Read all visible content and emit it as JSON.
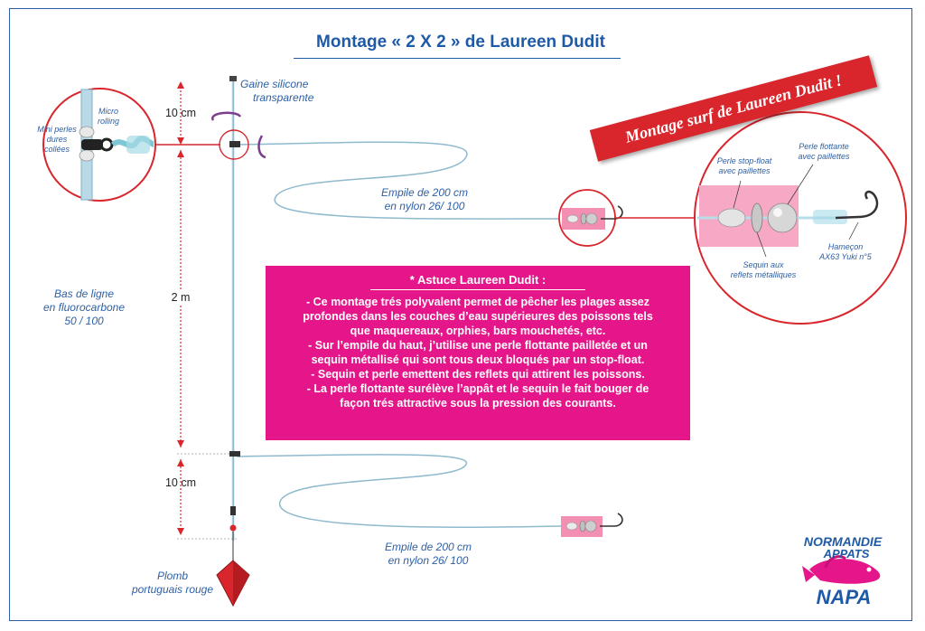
{
  "title": "Montage « 2 X 2 » de Laureen Dudit",
  "banner": "Montage surf  de Laureen Dudit !",
  "labels": {
    "gaine": [
      "Gaine silicone",
      "transparente"
    ],
    "mini_perles": [
      "Mini perles",
      "dures",
      "collées"
    ],
    "micro_rolling": [
      "Micro",
      "rolling"
    ],
    "empile_top": [
      "Empile de 200 cm",
      "en nylon 26/ 100"
    ],
    "empile_bottom": [
      "Empile de 200 cm",
      "en nylon 26/ 100"
    ],
    "bas_de_ligne": [
      "Bas de ligne",
      "en fluorocarbone",
      "50 / 100"
    ],
    "plomb": [
      "Plomb",
      "portuguais rouge"
    ],
    "perle_stop": [
      "Perle stop-float",
      "avec paillettes"
    ],
    "perle_flottante": [
      "Perle flottante",
      "avec paillettes"
    ],
    "sequin": [
      "Sequin aux",
      "reflets métalliques"
    ],
    "hamecon": [
      "Hameçon",
      "AX63 Yuki n°5"
    ]
  },
  "dimensions": {
    "top": "10 cm",
    "middle": "2 m",
    "bottom": "10 cm"
  },
  "tip": {
    "title": "* Astuce Laureen Dudit :",
    "lines": [
      "- Ce montage trés polyvalent permet de pêcher les plages assez",
      "profondes dans les couches d’eau supérieures des poissons tels",
      "que maquereaux, orphies, bars mouchetés, etc.",
      "- Sur l’empile du haut, j’utilise une perle flottante pailletée et un",
      "sequin métallisé qui sont tous deux bloqués par un stop-float.",
      "- Sequin et perle emettent des reflets qui attirent les poissons.",
      "- La perle flottante surélève l’appât et le sequin le fait bouger de",
      "façon trés attractive sous la pression des courants."
    ]
  },
  "logo": {
    "line1": "NORMANDIE",
    "line2": "APPATS",
    "line3": "NAPA"
  },
  "colors": {
    "title_blue": "#1f5aa6",
    "dimension_red": "#d8262c",
    "tip_magenta": "#e4168a",
    "line_blue": "#8fb9cc",
    "lead_red": "#d8262c"
  }
}
